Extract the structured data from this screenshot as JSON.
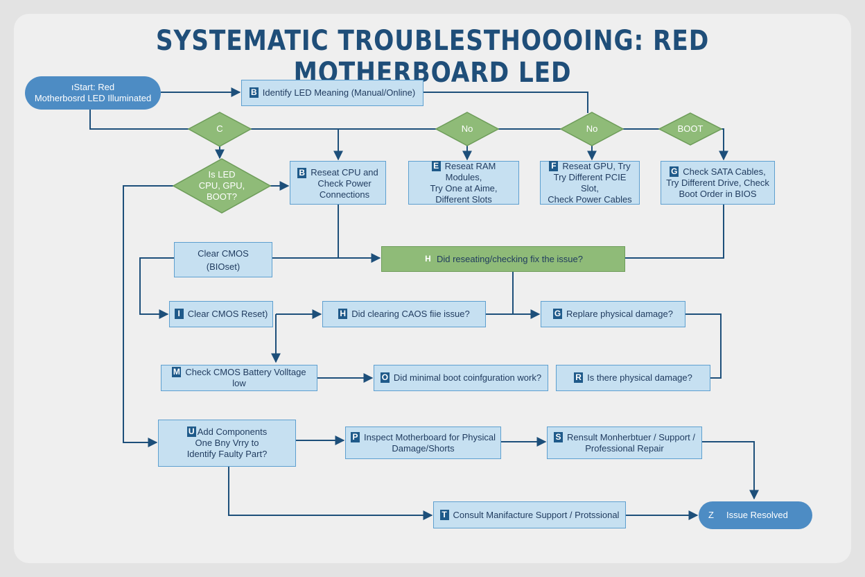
{
  "title": "SYSTEMATIC TROUBLESTHOOOING: RED MOTHERBOARD LED",
  "colors": {
    "box": "#c6e0f1",
    "green": "#8fbb78",
    "line": "#1d4f7a",
    "pill": "#4d8cc4",
    "title": "#1f4e79"
  },
  "start": {
    "lines": [
      "ıStart: Red",
      "Motherbosrd LED Illuminated"
    ]
  },
  "identify": {
    "badge": "B",
    "text": "Identify LED Meaning (Manual/Online)"
  },
  "diamonds": {
    "c": "C",
    "no1": "No",
    "no2": "No",
    "boot": "BOOT",
    "isled": [
      "Is LED",
      "CPU, GPU,",
      "BOOT?"
    ]
  },
  "reseat_cpu": {
    "badge": "B",
    "lines": [
      "Reseat CPU and",
      "Check Power",
      "Connections"
    ]
  },
  "reseat_ram": {
    "badge": "E",
    "lines": [
      "Reseat RAM Modules,",
      "Try One at Aime,",
      "Different Slots"
    ]
  },
  "reseat_gpu": {
    "badge": "F",
    "lines": [
      "Reseat GPU, Try",
      "Try Different PCIE Slot,",
      "Check Power Cables"
    ]
  },
  "check_sata": {
    "badge": "G",
    "lines": [
      "Check SATA Cables,",
      "Try Different Drive, Check",
      "Boot Order in BIOS"
    ]
  },
  "clear_cmos_bios": {
    "lines": [
      "Clear CMOS",
      "(BIOset)"
    ]
  },
  "did_fix": {
    "badge": "H",
    "text": "Did reseating/checking fix the issue?"
  },
  "clear_cmos_reset": {
    "badge": "I",
    "text": "Clear CMOS Reset)"
  },
  "did_clear": {
    "badge": "H",
    "text": "Did clearing CAOS fiie issue?"
  },
  "replace_damage": {
    "badge": "G",
    "text": "Replare physical damage?"
  },
  "check_battery": {
    "badge": "M",
    "text": "Check CMOS Battery Volltage low"
  },
  "minimal_boot": {
    "badge": "O",
    "text": "Did minimal boot coinfguration work?"
  },
  "physical_damage": {
    "badge": "R",
    "text": "Is there physical damage?"
  },
  "add_components": {
    "badge": "U",
    "lines": [
      "Add Components",
      "One Bny Vrry to",
      "Identify Faulty Part?"
    ]
  },
  "inspect": {
    "badge": "P",
    "lines": [
      "Inspect Motherboard for Physical",
      "Damage/Shorts"
    ]
  },
  "consult_repair": {
    "badge": "S",
    "lines": [
      "Rensult Monherbtuer / Support /",
      "Professional Repair"
    ]
  },
  "consult_support": {
    "badge": "T",
    "text": "Consult Manifacture Support / Protssional"
  },
  "resolved": {
    "badge": "Z",
    "text": "Issue Resolved"
  }
}
